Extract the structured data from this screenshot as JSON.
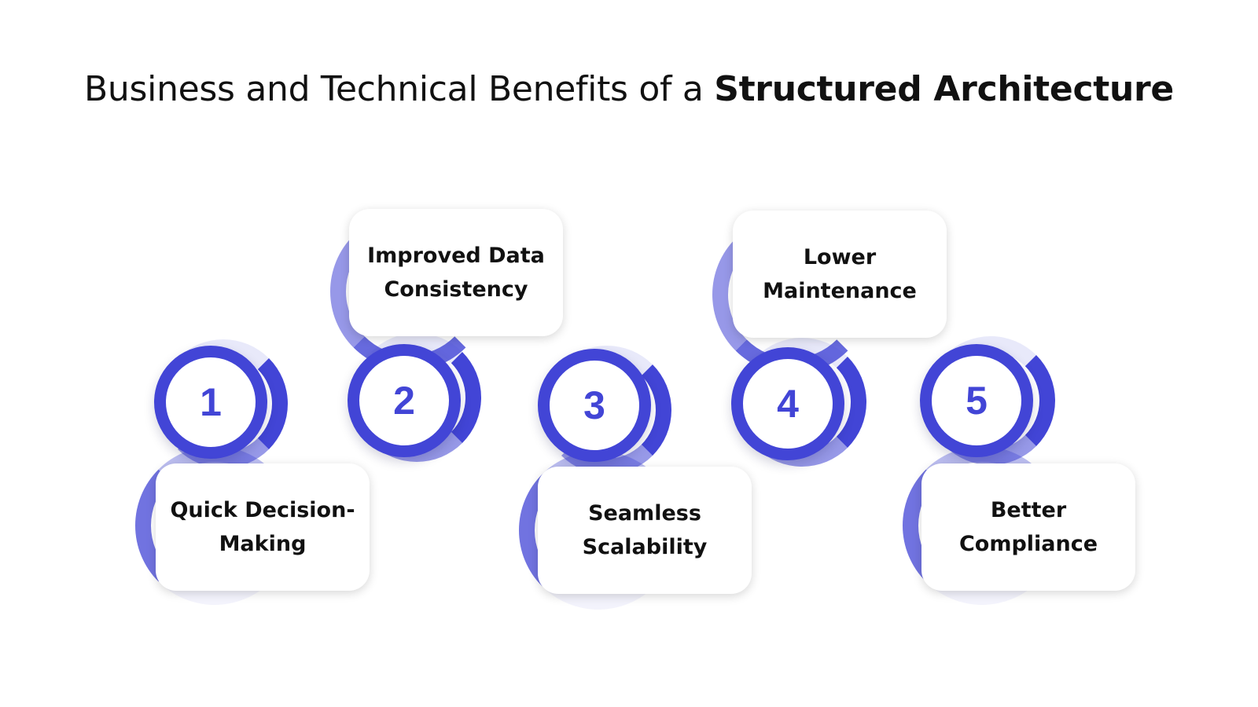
{
  "title": {
    "regular": "Business and Technical Benefits of a ",
    "bold": "Structured Architecture"
  },
  "colors": {
    "accent": "#4245d6",
    "text": "#111111",
    "background": "#ffffff"
  },
  "steps": [
    {
      "number": "1",
      "line1": "Quick Decision-",
      "line2": "Making",
      "card_position": "below"
    },
    {
      "number": "2",
      "line1": "Improved Data",
      "line2": "Consistency",
      "card_position": "above"
    },
    {
      "number": "3",
      "line1": "Seamless",
      "line2": "Scalability",
      "card_position": "below"
    },
    {
      "number": "4",
      "line1": "Lower",
      "line2": "Maintenance",
      "card_position": "above"
    },
    {
      "number": "5",
      "line1": "Better",
      "line2": "Compliance",
      "card_position": "below"
    }
  ]
}
